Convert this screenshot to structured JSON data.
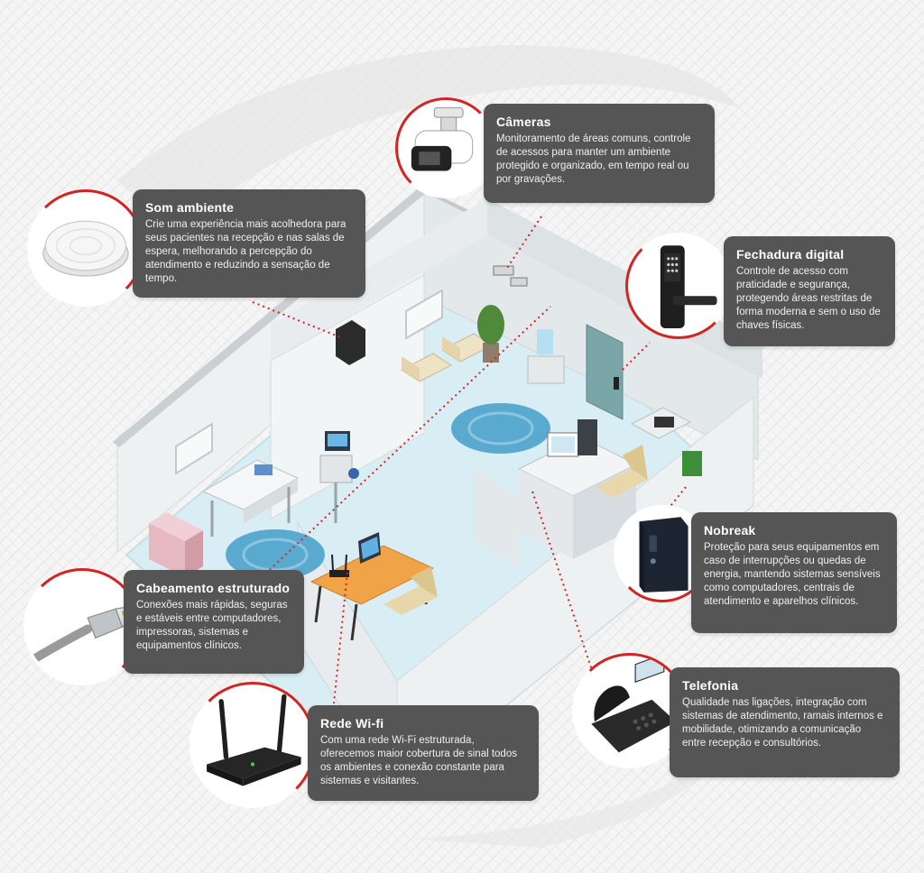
{
  "colors": {
    "card_bg": "#555555",
    "accent_red": "#d32424",
    "floor": "#d7ecf2",
    "wall": "#e9eef0",
    "connector": "#d32424"
  },
  "features": [
    {
      "id": "cameras",
      "title": "Câmeras",
      "description": "Monitoramento de áreas comuns, controle de acessos para manter um ambiente protegido e organizado, em tempo real ou por gravações.",
      "icon": "security-camera-icon"
    },
    {
      "id": "som",
      "title": "Som ambiente",
      "description": "Crie uma experiência mais acolhedora para seus pacientes na recepção e nas salas de espera, melhorando a percepção do atendimento e reduzindo a sensação de tempo.",
      "icon": "ceiling-speaker-icon"
    },
    {
      "id": "fechadura",
      "title": "Fechadura digital",
      "description": "Controle de acesso com praticidade e segurança, protegendo áreas restritas de forma moderna e sem o uso de chaves físicas.",
      "icon": "digital-lock-icon"
    },
    {
      "id": "nobreak",
      "title": "Nobreak",
      "description": "Proteção para seus equipamentos em caso de interrupções ou quedas de energia, mantendo sistemas sensíveis como computadores, centrais de atendimento e aparelhos clínicos.",
      "icon": "ups-icon"
    },
    {
      "id": "cabeamento",
      "title": "Cabeamento estruturado",
      "description": "Conexões mais rápidas, seguras e estáveis entre computadores, impressoras, sistemas e equipamentos clínicos.",
      "icon": "network-cable-icon"
    },
    {
      "id": "telefonia",
      "title": "Telefonia",
      "description": "Qualidade nas ligações, integração com sistemas de atendimento, ramais internos e mobilidade, otimizando a comunicação entre recepção e consultórios.",
      "icon": "ip-phone-icon"
    },
    {
      "id": "wifi",
      "title": "Rede Wi-fi",
      "description": "Com uma rede Wi-Fi estruturada, oferecemos maior cobertura de sinal todos os ambientes e conexão constante para sistemas e visitantes.",
      "icon": "wifi-router-icon"
    }
  ]
}
